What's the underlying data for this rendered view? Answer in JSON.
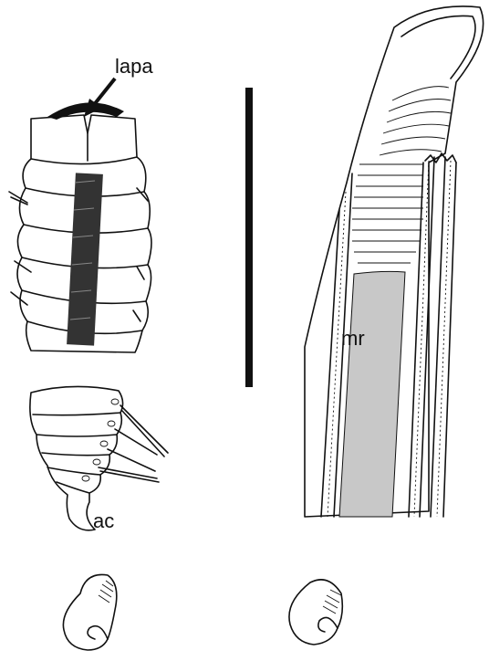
{
  "labels": {
    "prostomium": "lapa",
    "pygidium": "ac",
    "chaeta": "mr"
  },
  "colors": {
    "line": "#111111",
    "fill_gray": "#c8c8c8",
    "background": "#ffffff"
  }
}
